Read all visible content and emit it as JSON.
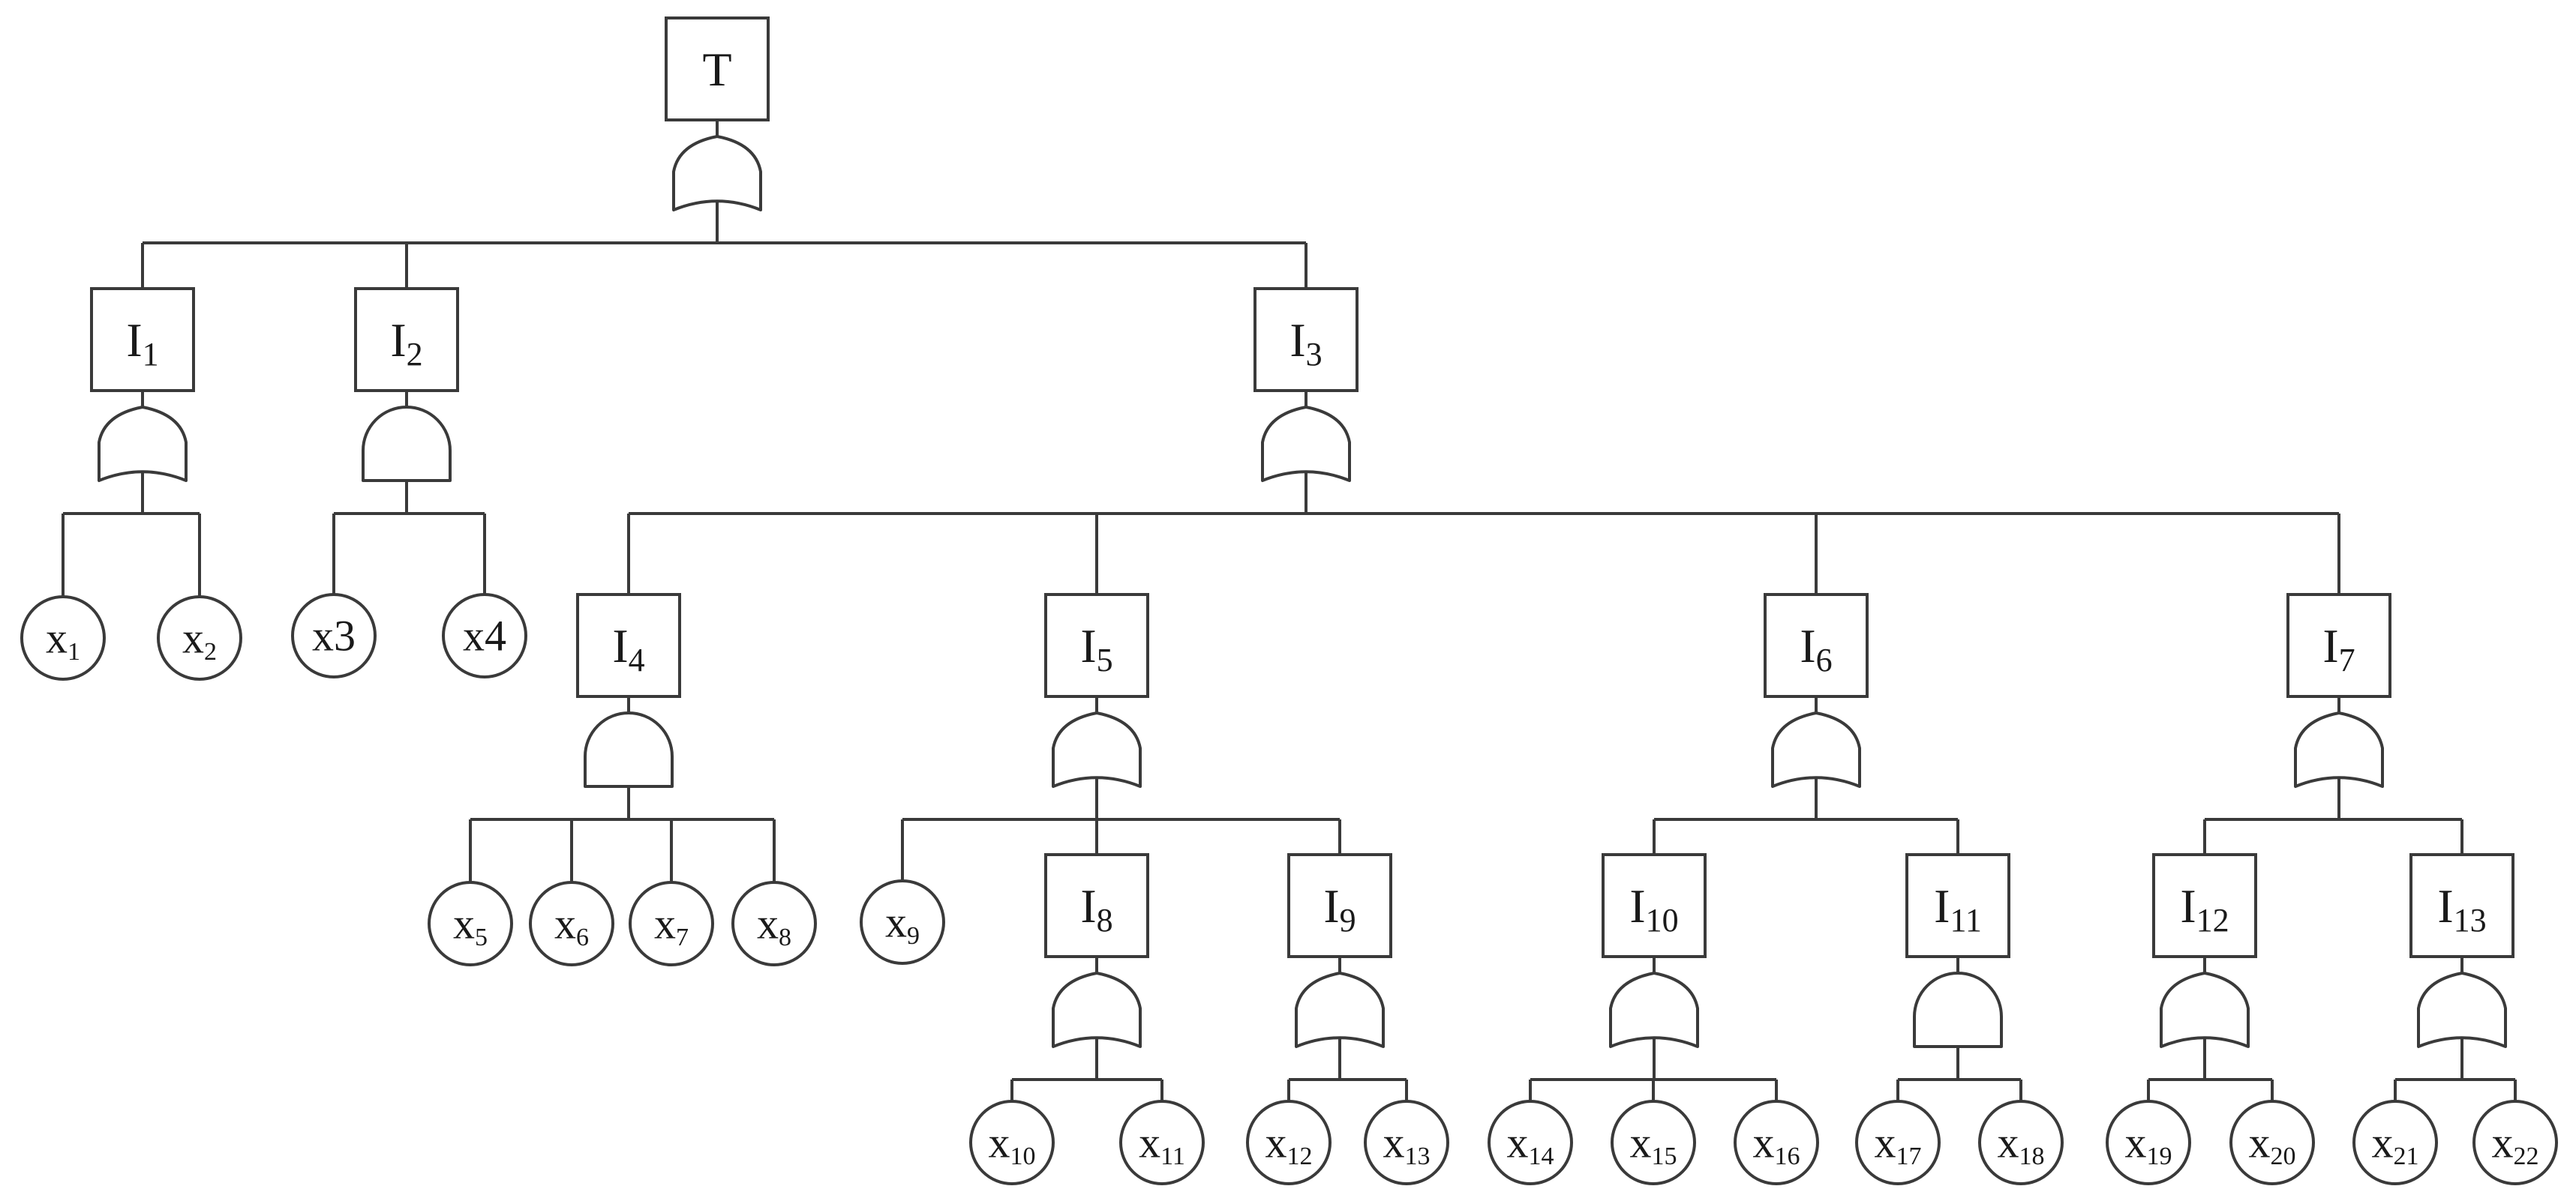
{
  "nodes": [
    {
      "id": "T",
      "kind": "event",
      "label": "T"
    },
    {
      "id": "I1",
      "kind": "event",
      "label": "I",
      "sub": "1"
    },
    {
      "id": "I2",
      "kind": "event",
      "label": "I",
      "sub": "2"
    },
    {
      "id": "I3",
      "kind": "event",
      "label": "I",
      "sub": "3"
    },
    {
      "id": "I4",
      "kind": "event",
      "label": "I",
      "sub": "4"
    },
    {
      "id": "I5",
      "kind": "event",
      "label": "I",
      "sub": "5"
    },
    {
      "id": "I6",
      "kind": "event",
      "label": "I",
      "sub": "6"
    },
    {
      "id": "I7",
      "kind": "event",
      "label": "I",
      "sub": "7"
    },
    {
      "id": "I8",
      "kind": "event",
      "label": "I",
      "sub": "8"
    },
    {
      "id": "I9",
      "kind": "event",
      "label": "I",
      "sub": "9"
    },
    {
      "id": "I10",
      "kind": "event",
      "label": "I",
      "sub": "10"
    },
    {
      "id": "I11",
      "kind": "event",
      "label": "I",
      "sub": "11"
    },
    {
      "id": "I12",
      "kind": "event",
      "label": "I",
      "sub": "12"
    },
    {
      "id": "I13",
      "kind": "event",
      "label": "I",
      "sub": "13"
    },
    {
      "id": "x1",
      "kind": "basic",
      "label": "x",
      "sub": "1"
    },
    {
      "id": "x2",
      "kind": "basic",
      "label": "x",
      "sub": "2"
    },
    {
      "id": "x3",
      "kind": "basic",
      "label": "x3"
    },
    {
      "id": "x4",
      "kind": "basic",
      "label": "x4"
    },
    {
      "id": "x5",
      "kind": "basic",
      "label": "x",
      "sub": "5"
    },
    {
      "id": "x6",
      "kind": "basic",
      "label": "x",
      "sub": "6"
    },
    {
      "id": "x7",
      "kind": "basic",
      "label": "x",
      "sub": "7"
    },
    {
      "id": "x8",
      "kind": "basic",
      "label": "x",
      "sub": "8"
    },
    {
      "id": "x9",
      "kind": "basic",
      "label": "x",
      "sub": "9"
    },
    {
      "id": "x10",
      "kind": "basic",
      "label": "x",
      "sub": "10"
    },
    {
      "id": "x11",
      "kind": "basic",
      "label": "x",
      "sub": "11"
    },
    {
      "id": "x12",
      "kind": "basic",
      "label": "x",
      "sub": "12"
    },
    {
      "id": "x13",
      "kind": "basic",
      "label": "x",
      "sub": "13"
    },
    {
      "id": "x14",
      "kind": "basic",
      "label": "x",
      "sub": "14"
    },
    {
      "id": "x15",
      "kind": "basic",
      "label": "x",
      "sub": "15"
    },
    {
      "id": "x16",
      "kind": "basic",
      "label": "x",
      "sub": "16"
    },
    {
      "id": "x17",
      "kind": "basic",
      "label": "x",
      "sub": "17"
    },
    {
      "id": "x18",
      "kind": "basic",
      "label": "x",
      "sub": "18"
    },
    {
      "id": "x19",
      "kind": "basic",
      "label": "x",
      "sub": "19"
    },
    {
      "id": "x20",
      "kind": "basic",
      "label": "x",
      "sub": "20"
    },
    {
      "id": "x21",
      "kind": "basic",
      "label": "x",
      "sub": "21"
    },
    {
      "id": "x22",
      "kind": "basic",
      "label": "x",
      "sub": "22"
    }
  ],
  "gates": [
    {
      "under": "T",
      "type": "or",
      "children": [
        "I1",
        "I2",
        "I3"
      ]
    },
    {
      "under": "I1",
      "type": "or",
      "children": [
        "x1",
        "x2"
      ]
    },
    {
      "under": "I2",
      "type": "and",
      "children": [
        "x3",
        "x4"
      ]
    },
    {
      "under": "I3",
      "type": "or",
      "children": [
        "I4",
        "I5",
        "I6",
        "I7"
      ]
    },
    {
      "under": "I4",
      "type": "and",
      "children": [
        "x5",
        "x6",
        "x7",
        "x8"
      ]
    },
    {
      "under": "I5",
      "type": "or",
      "children": [
        "x9",
        "I8",
        "I9"
      ]
    },
    {
      "under": "I6",
      "type": "or",
      "children": [
        "I10",
        "I11"
      ]
    },
    {
      "under": "I7",
      "type": "or",
      "children": [
        "I12",
        "I13"
      ]
    },
    {
      "under": "I8",
      "type": "or",
      "children": [
        "x10",
        "x11"
      ]
    },
    {
      "under": "I9",
      "type": "or",
      "children": [
        "x12",
        "x13"
      ]
    },
    {
      "under": "I10",
      "type": "or",
      "children": [
        "x14",
        "x15",
        "x16"
      ]
    },
    {
      "under": "I11",
      "type": "and",
      "children": [
        "x17",
        "x18"
      ]
    },
    {
      "under": "I12",
      "type": "or",
      "children": [
        "x19",
        "x20"
      ]
    },
    {
      "under": "I13",
      "type": "or",
      "children": [
        "x21",
        "x22"
      ]
    }
  ]
}
